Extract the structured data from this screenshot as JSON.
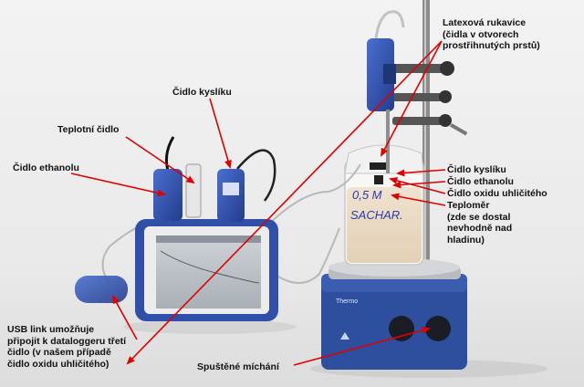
{
  "labels": {
    "oxygen_sensor_top": "Čidlo kyslíku",
    "temperature_sensor": "Teplotní čidlo",
    "ethanol_sensor_left": "Čidlo ethanolu",
    "glove": [
      "Latexová rukavice",
      "(čidla v otvorech",
      "prostřihnutých prstů)"
    ],
    "oxygen_sensor_right": "Čidlo kyslíku",
    "ethanol_sensor_right": "Čidlo ethanolu",
    "co2_sensor": "Čidlo oxidu uhličitého",
    "thermometer": [
      "Teploměr",
      "(zde se dostal",
      "nevhodně nad",
      "hladinu)"
    ],
    "usb_link": [
      "USB link umožňuje",
      "připojit k dataloggeru třetí",
      "čidlo (v našem případě",
      "čidlo oxidu uhličitého)"
    ],
    "stirring": "Spuštěné míchání"
  },
  "beaker_text": [
    "0,5 M",
    "SACHAR."
  ],
  "colors": {
    "label_text": "#111111",
    "arrow": "#e00000",
    "device_blue": "#2f4fa8"
  }
}
